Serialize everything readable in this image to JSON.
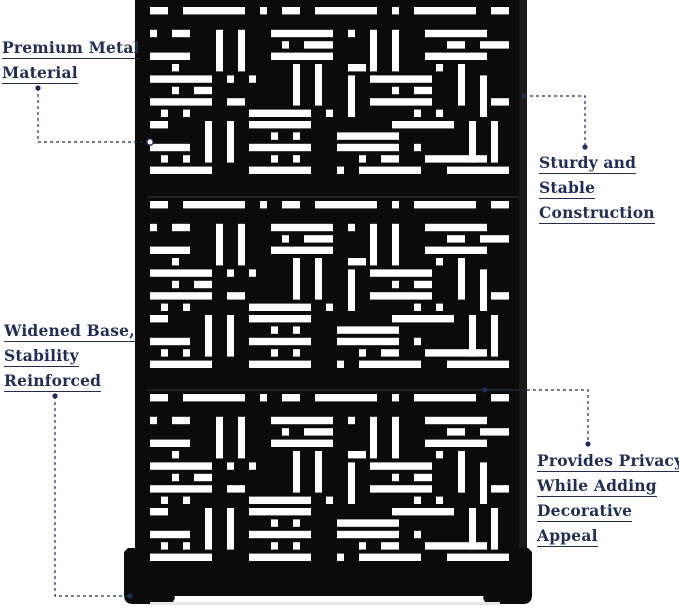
{
  "product": {
    "name": "decorative-metal-privacy-screen-panel",
    "colors": {
      "panel": "#0b0b0b",
      "callout_text": "#1f2d57",
      "leader_line": "#1f2d57",
      "background": "#ffffff"
    }
  },
  "callouts": [
    {
      "id": "premium-metal",
      "lines": [
        "Premium Metal",
        "Material"
      ]
    },
    {
      "id": "sturdy-stable",
      "lines": [
        "Sturdy and",
        "Stable",
        "Construction"
      ]
    },
    {
      "id": "widened-base",
      "lines": [
        "Widened Base,",
        "Stability",
        "Reinforced"
      ]
    },
    {
      "id": "privacy-decorative",
      "lines": [
        "Provides Privacy",
        "While Adding",
        "Decorative",
        "Appeal"
      ]
    }
  ]
}
